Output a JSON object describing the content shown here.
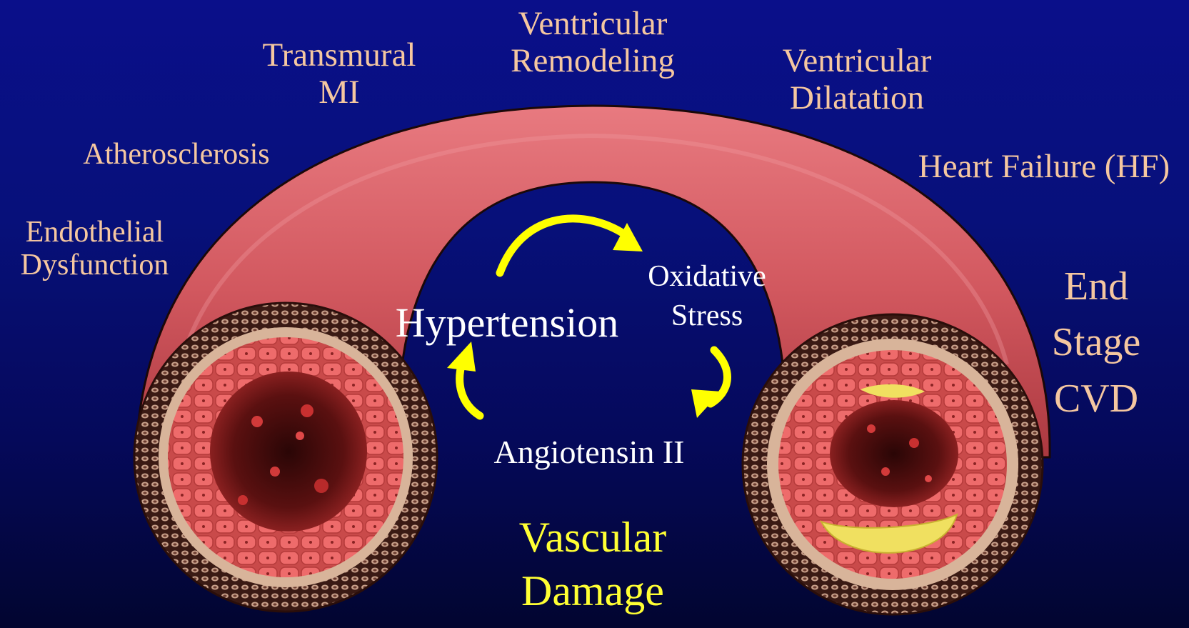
{
  "progression": {
    "endothelial": [
      "Endothelial",
      "Dysfunction"
    ],
    "atherosclerosis": "Atherosclerosis",
    "transmural": [
      "Transmural",
      "MI"
    ],
    "remodeling": [
      "Ventricular",
      "Remodeling"
    ],
    "dilatation": [
      "Ventricular",
      "Dilatation"
    ],
    "heart_failure": "Heart Failure (HF)",
    "end_stage": [
      "End",
      "Stage",
      "CVD"
    ]
  },
  "cycle": {
    "hypertension": "Hypertension",
    "oxidative": [
      "Oxidative",
      "Stress"
    ],
    "angiotensin": "Angiotensin II"
  },
  "center_title": [
    "Vascular",
    "Damage"
  ],
  "colors": {
    "background_top": "#0a0f8a",
    "background_bottom": "#020530",
    "label_peach": "#f5c7a0",
    "cycle_text": "#ffffff",
    "arrow_yellow": "#ffff00",
    "title_yellow": "#ffff33",
    "vessel_pink": "#d9636a",
    "plaque_yellow": "#f0e060"
  }
}
